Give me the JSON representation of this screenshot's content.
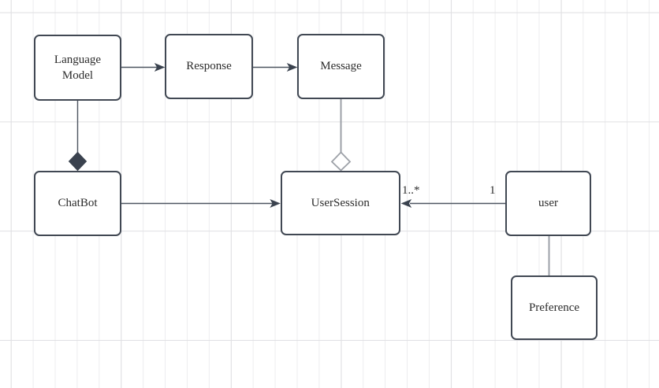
{
  "diagram": {
    "type": "uml-class-diagram",
    "nodes": [
      {
        "id": "language-model",
        "label": "Language Model"
      },
      {
        "id": "response",
        "label": "Response"
      },
      {
        "id": "message",
        "label": "Message"
      },
      {
        "id": "chatbot",
        "label": "ChatBot"
      },
      {
        "id": "user-session",
        "label": "UserSession"
      },
      {
        "id": "user",
        "label": "user"
      },
      {
        "id": "preference",
        "label": "Preference"
      }
    ],
    "edges": [
      {
        "from": "language-model",
        "to": "response",
        "type": "directed-arrow"
      },
      {
        "from": "response",
        "to": "message",
        "type": "directed-arrow"
      },
      {
        "from": "language-model",
        "to": "chatbot",
        "type": "composition-diamond"
      },
      {
        "from": "message",
        "to": "user-session",
        "type": "aggregation-diamond"
      },
      {
        "from": "chatbot",
        "to": "user-session",
        "type": "directed-arrow"
      },
      {
        "from": "user",
        "to": "user-session",
        "type": "directed-arrow",
        "source_multiplicity": "1",
        "target_multiplicity": "1..*"
      },
      {
        "from": "user",
        "to": "preference",
        "type": "association-line"
      }
    ],
    "colors": {
      "canvas_background": "#ffffff",
      "grid_minor": "#ededef",
      "grid_major": "#e0e0e3",
      "node_fill": "#ffffff",
      "node_border": "#414853",
      "edge_dark": "#4e5661",
      "edge_light": "#9da1a8",
      "marker_fill": "#3a424e",
      "text": "#2b2b2b"
    }
  }
}
